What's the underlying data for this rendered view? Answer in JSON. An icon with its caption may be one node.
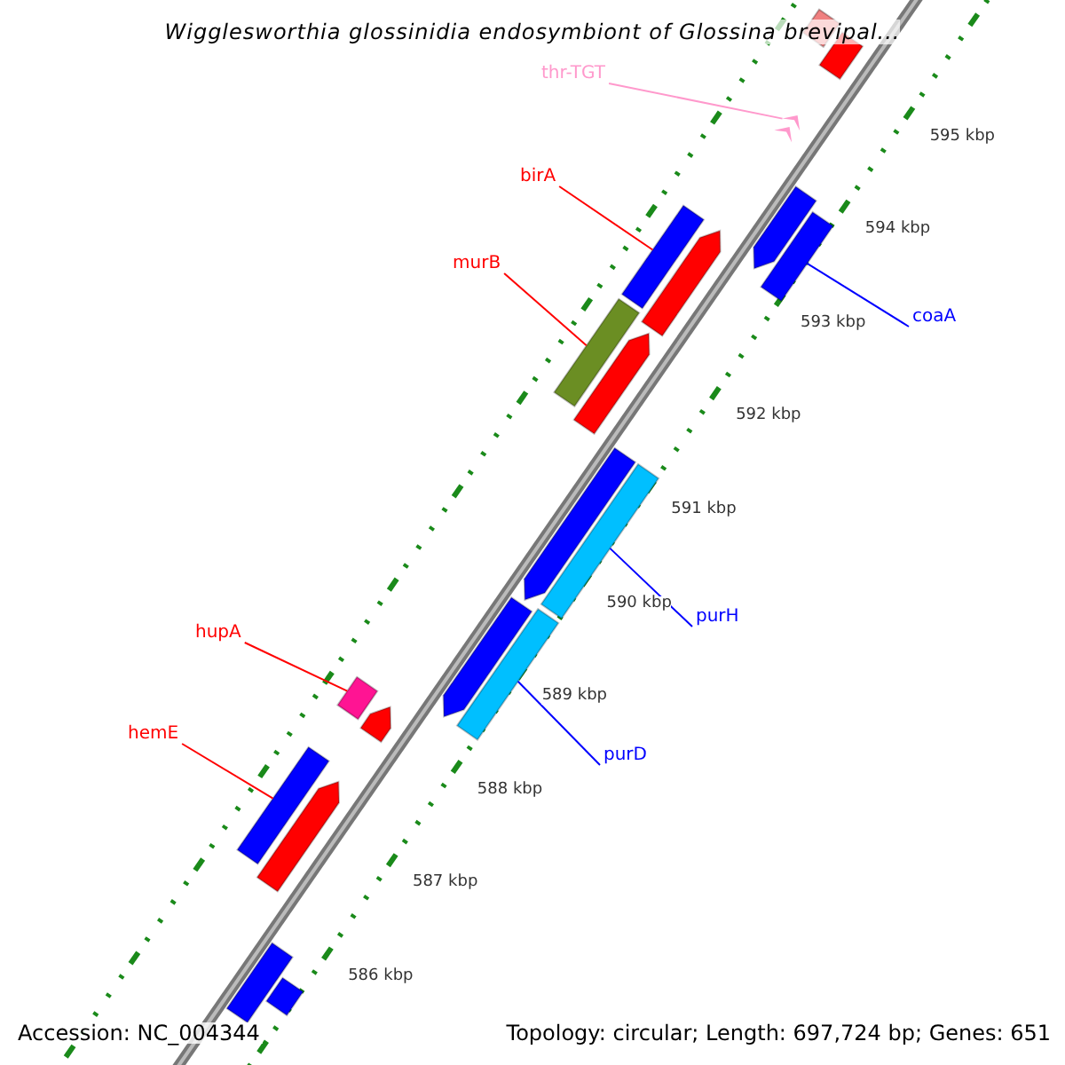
{
  "diagram": {
    "title": "Wigglesworthia glossinidia endosymbiont of Glossina brevipal...",
    "nodes": [
      {
        "text": [
          "thr-TGT"
        ]
      },
      {
        "text": [],
        "shape": "chevron"
      },
      {
        "text": [
          "birA"
        ]
      },
      {
        "text": [],
        "shape": "bar"
      },
      {
        "text": [
          "murB"
        ]
      },
      {
        "text": [],
        "shape": "bar"
      },
      {
        "text": [
          "coaA"
        ]
      },
      {
        "text": [],
        "shape": "bar"
      },
      {
        "text": [
          "purH"
        ]
      },
      {
        "text": [],
        "shape": "bar"
      },
      {
        "text": [
          "purD"
        ]
      },
      {
        "text": [],
        "shape": "bar"
      },
      {
        "text": [
          "hupA"
        ]
      },
      {
        "text": [],
        "shape": "bar"
      },
      {
        "text": [
          "hemE"
        ]
      },
      {
        "text": [],
        "shape": "bar"
      },
      {
        "text": [],
        "shape": "bar"
      },
      {
        "text": [],
        "shape": "bar"
      },
      {
        "text": [],
        "shape": "arrow"
      },
      {
        "text": [],
        "shape": "arrow"
      },
      {
        "text": [],
        "shape": "arrow"
      },
      {
        "text": [],
        "shape": "arrow"
      },
      {
        "text": [],
        "shape": "arrow"
      },
      {
        "text": [],
        "shape": "arrow"
      },
      {
        "text": [],
        "shape": "arrow"
      },
      {
        "text": [],
        "shape": "bar"
      },
      {
        "text": [],
        "shape": "bar"
      }
    ],
    "edges": [
      {
        "from": 0,
        "to": 1,
        "arrow": "none",
        "color": "#ff99cc"
      },
      {
        "from": 2,
        "to": 3,
        "arrow": "none"
      },
      {
        "from": 4,
        "to": 5,
        "arrow": "none"
      },
      {
        "from": 6,
        "to": 7,
        "arrow": "none",
        "color": "#0000ff"
      },
      {
        "from": 8,
        "to": 9,
        "arrow": "none",
        "color": "#0000ff"
      },
      {
        "from": 10,
        "to": 11,
        "arrow": "none",
        "color": "#0000ff"
      },
      {
        "from": 12,
        "to": 13,
        "arrow": "none"
      },
      {
        "from": 14,
        "to": 15,
        "arrow": "none"
      }
    ],
    "labels": [
      "595 kbp",
      "594 kbp",
      "593 kbp",
      "592 kbp",
      "591 kbp",
      "590 kbp",
      "589 kbp",
      "588 kbp",
      "587 kbp",
      "586 kbp",
      "Accession: NC_004344",
      "Topology: circular; Length: 697,724 bp; Genes: 651"
    ]
  }
}
